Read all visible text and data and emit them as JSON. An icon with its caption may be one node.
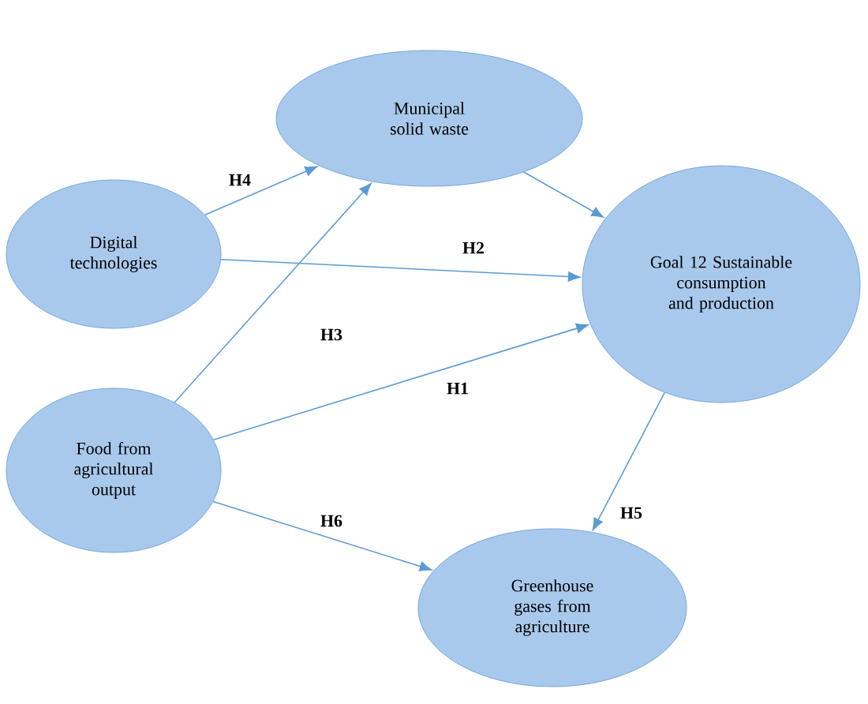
{
  "diagram": {
    "nodes": [
      {
        "text": [
          "Municipal solid waste"
        ]
      },
      {
        "text": [
          "Digital technologies"
        ]
      },
      {
        "text": [
          "Goal 12 Sustainable consumption and production"
        ]
      },
      {
        "text": [
          "Food from agricultural output"
        ]
      },
      {
        "text": [
          "Greenhouse gases from agriculture"
        ]
      }
    ],
    "edges": [
      {
        "from": 1,
        "to": 0,
        "arrow": "to",
        "label": "H4"
      },
      {
        "from": 1,
        "to": 2,
        "arrow": "to",
        "label": "H2"
      },
      {
        "from": 3,
        "to": 0,
        "arrow": "to",
        "label": "H3"
      },
      {
        "from": 3,
        "to": 2,
        "arrow": "to",
        "label": "H1"
      },
      {
        "from": 2,
        "to": 4,
        "arrow": "to",
        "label": "H5"
      },
      {
        "from": 0,
        "to": 2,
        "arrow": "to"
      },
      {
        "from": 3,
        "to": 4,
        "arrow": "to",
        "label": "H6"
      }
    ]
  }
}
